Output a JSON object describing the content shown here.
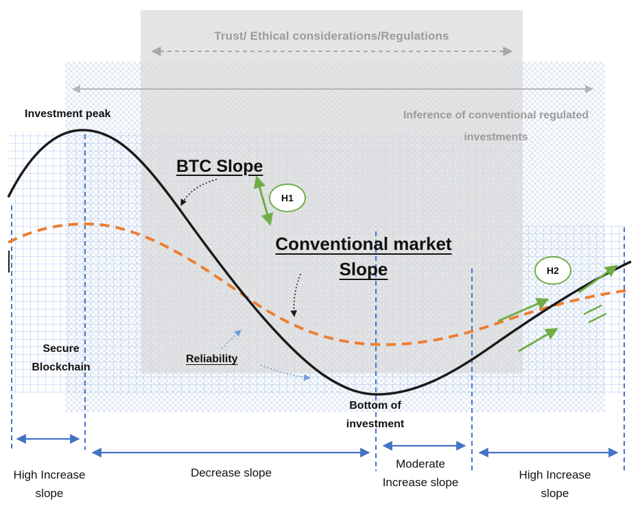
{
  "header": {
    "trust": "Trust/ Ethical considerations/Regulations",
    "inference": "Inference of conventional regulated investments"
  },
  "curves": {
    "btc": {
      "label": "BTC Slope",
      "color": "#1a1a1a",
      "style": "solid"
    },
    "conventional": {
      "label": "Conventional market Slope",
      "color": "#ED7D31",
      "style": "dashed"
    }
  },
  "annotations": {
    "investment_peak": "Investment peak",
    "secure_blockchain": "Secure Blockchain",
    "reliability": "Reliability",
    "bottom_of_investment": "Bottom of investment",
    "h1": "H1",
    "h2": "H2"
  },
  "phases": [
    {
      "label": "High Increase slope"
    },
    {
      "label": "Decrease slope"
    },
    {
      "label": "Moderate Increase slope"
    },
    {
      "label": "High Increase slope"
    }
  ],
  "colors": {
    "blue": "#4472C4",
    "orange": "#ED7D31",
    "green": "#70AD47",
    "black": "#1a1a1a",
    "gray_text": "#9b9b9b",
    "gray_box": "#d9d9d9",
    "grid_blue": "#a9c6e8",
    "hatch_blue": "#d4dfee",
    "dotted_blue": "#6f9bd8"
  }
}
